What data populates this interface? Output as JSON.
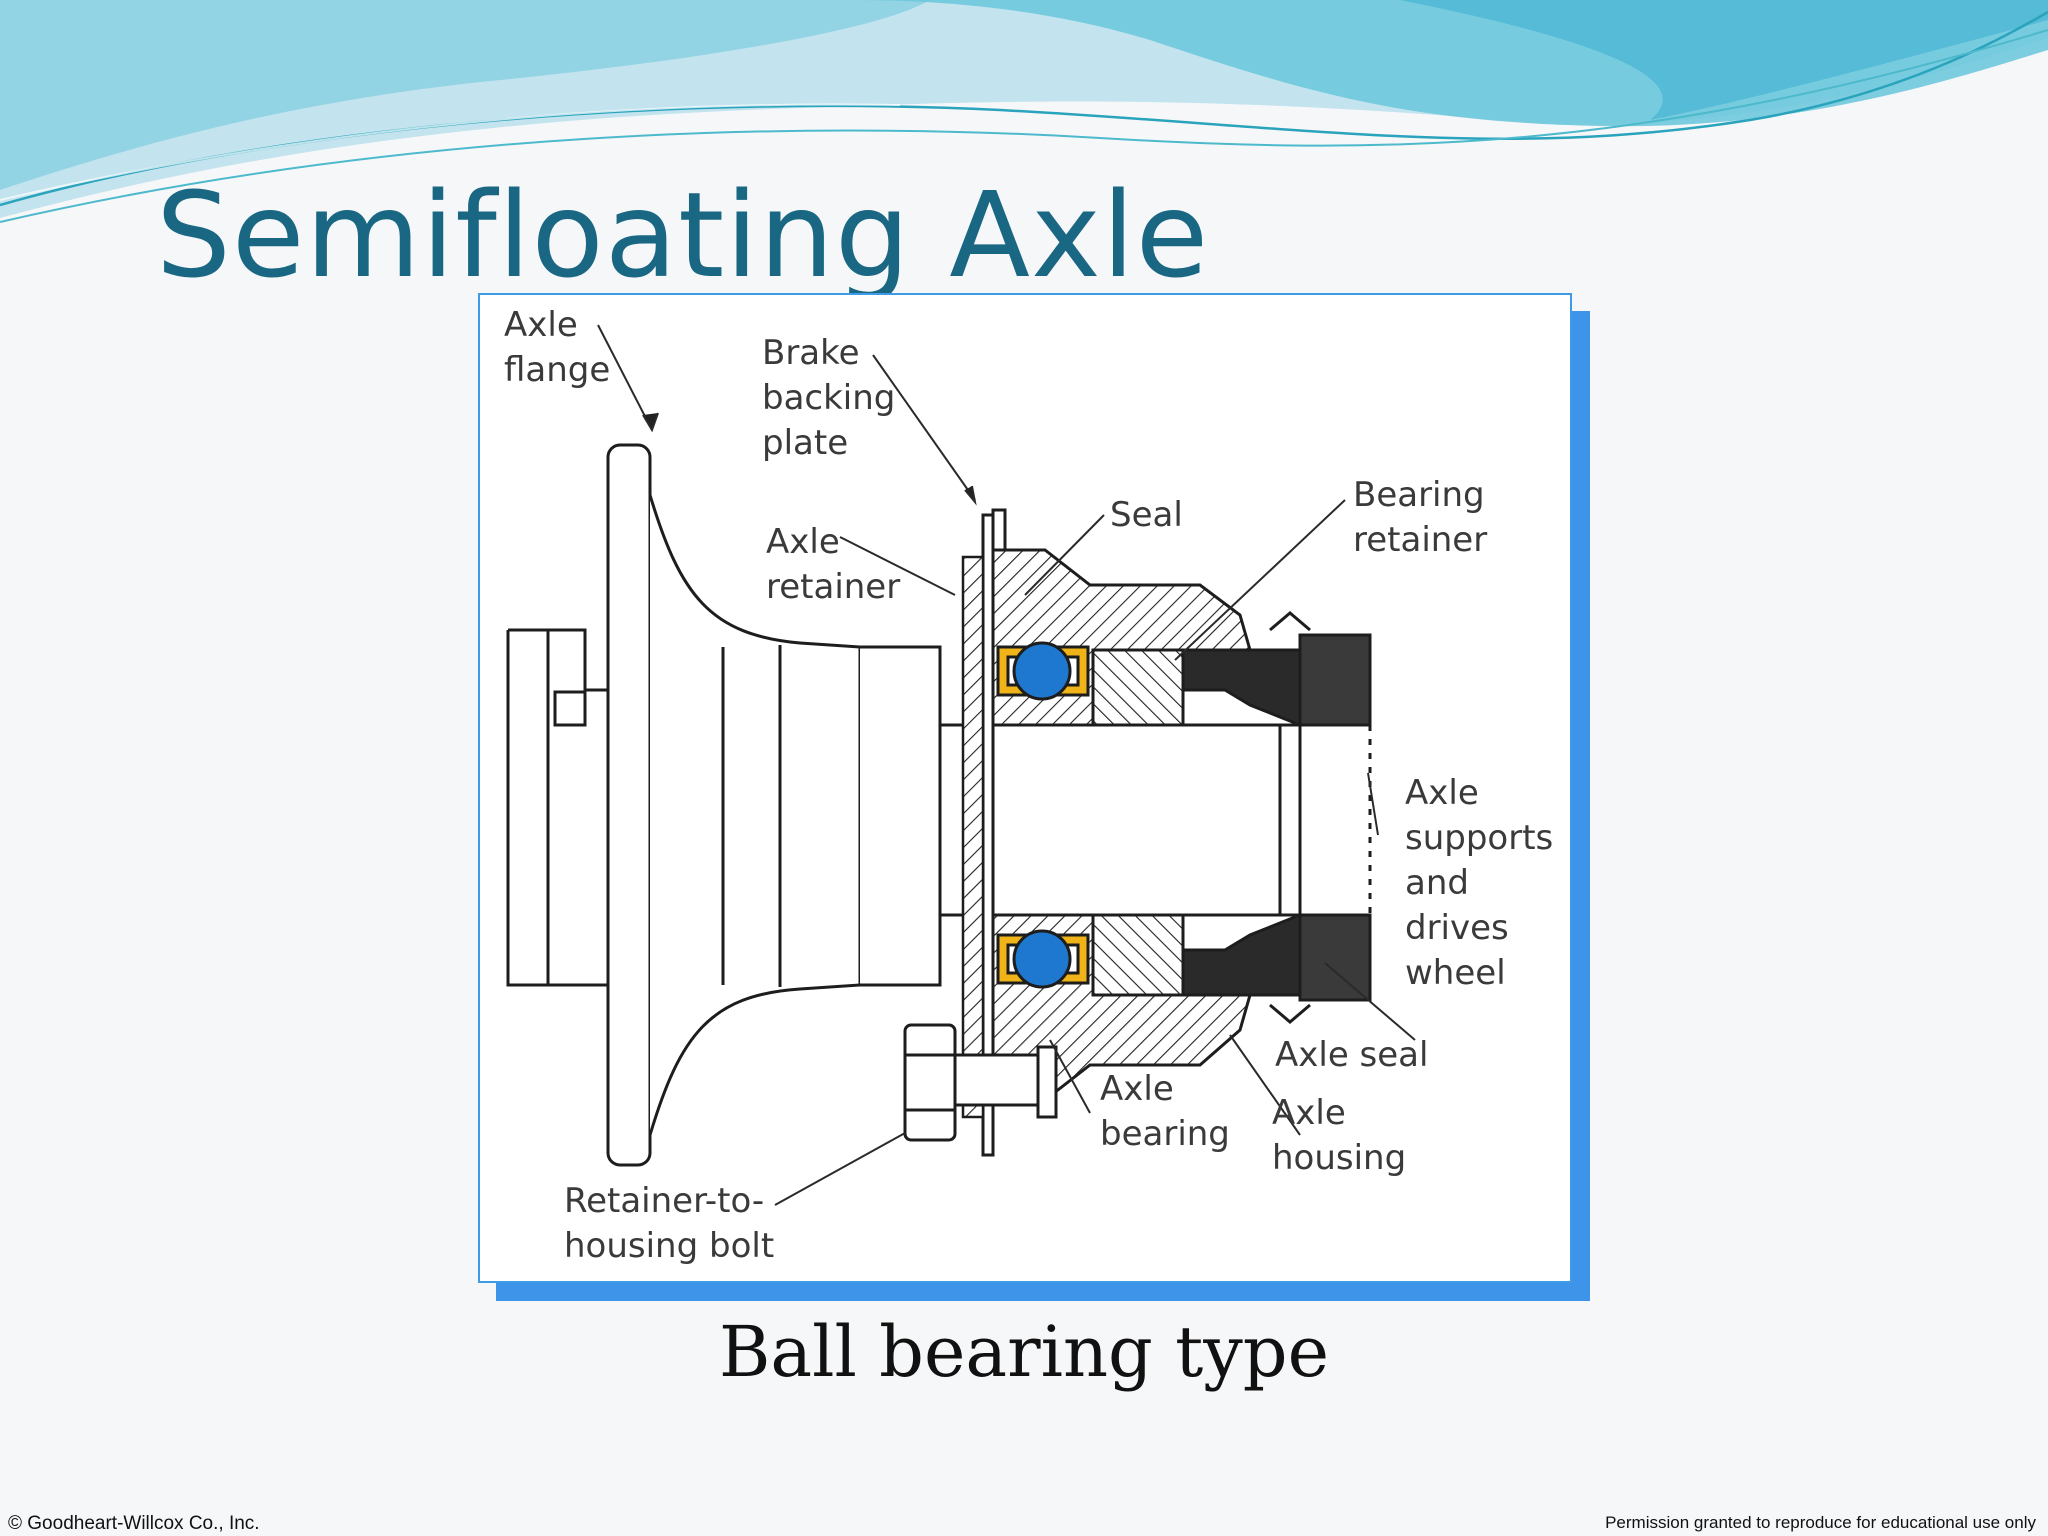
{
  "slide": {
    "title": "Semifloating Axle",
    "caption": "Ball bearing type",
    "copyright": "© Goodheart-Willcox Co., Inc.",
    "permission": "Permission granted to reproduce for educational use only"
  },
  "diagram": {
    "labels": {
      "axle_flange": [
        "Axle",
        "flange"
      ],
      "brake_backing_plate": [
        "Brake",
        "backing",
        "plate"
      ],
      "seal": [
        "Seal"
      ],
      "bearing_retainer": [
        "Bearing",
        "retainer"
      ],
      "axle_retainer": [
        "Axle",
        "retainer"
      ],
      "axle_supports": [
        "Axle",
        "supports",
        "and",
        "drives",
        "wheel"
      ],
      "axle_seal": [
        "Axle seal"
      ],
      "axle_bearing": [
        "Axle",
        "bearing"
      ],
      "axle_housing": [
        "Axle",
        "housing"
      ],
      "retainer_bolt": [
        "Retainer-to-",
        "housing bolt"
      ]
    }
  },
  "colors": {
    "title": "#1a6784",
    "frame_border": "#3d9be8",
    "frame_shadow": "#3d94e9",
    "bearing_ball": "#1e78d0",
    "bearing_race": "#f0b418",
    "wave_light": "#bfe3f0",
    "wave_mid": "#7fcde0",
    "wave_dark": "#5fbfd8"
  }
}
